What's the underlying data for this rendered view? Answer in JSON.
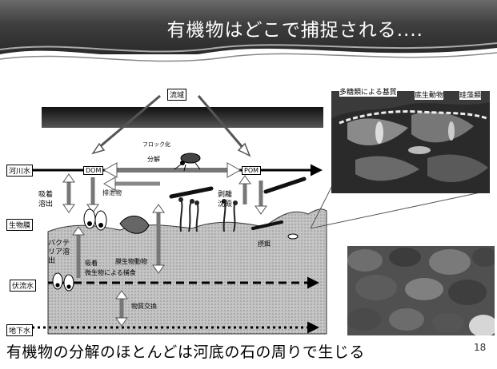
{
  "title": "有機物はどこで捕捉される....",
  "diagram": {
    "watershed": "流域",
    "flocculation": "フロック化",
    "decomposition": "分解",
    "dom": "DOM",
    "pom": "POM",
    "adsorption": "吸着",
    "elution": "溶出",
    "excretion": "排泄物",
    "detachment": "剥離",
    "sedimentation": "沈殿",
    "bacteria_elution": "バクテリア溶出",
    "adsorption2": "吸着",
    "microbial_predation": "微生物による捕食",
    "mat_feeders": "膜生物動物",
    "material_exchange": "物質交換",
    "feeding": "摂餌",
    "zones": {
      "river_water": "河川水",
      "biofilm": "生物膜",
      "hyporheic": "伏流水",
      "groundwater": "地下水"
    },
    "inset_labels": {
      "polysaccharide": "多糖類による基質",
      "benthic": "底生動物",
      "diatoms": "珪藻類"
    }
  },
  "footer": {
    "caption": "有機物の分解のほとんどは河底の石の周りで生じる",
    "page": "18"
  }
}
